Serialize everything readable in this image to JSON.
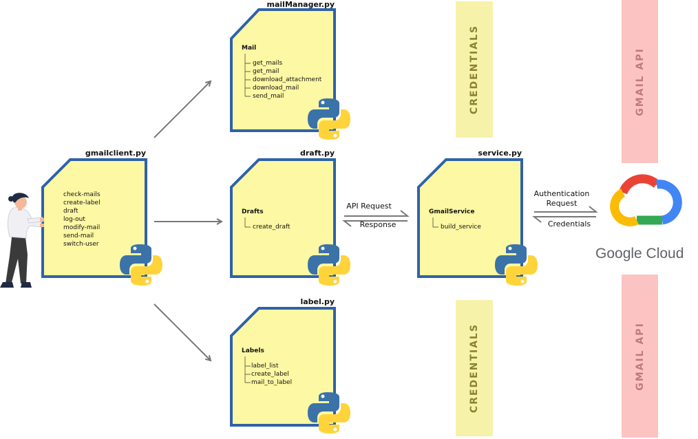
{
  "files": {
    "gmailclient": {
      "name": "gmailclient.py",
      "items": [
        "check-mails",
        "create-label",
        "draft",
        "log-out",
        "modify-mail",
        "send-mail",
        "switch-user"
      ]
    },
    "mailmanager": {
      "name": "mailManager.py",
      "heading": "Mail",
      "methods": [
        "get_mails",
        "get_mail",
        "download_attachment",
        "download_mail",
        "send_mail"
      ]
    },
    "draft": {
      "name": "draft.py",
      "heading": "Drafts",
      "methods": [
        "create_draft"
      ]
    },
    "label": {
      "name": "label.py",
      "heading": "Labels",
      "methods": [
        "label_list",
        "create_label",
        "mail_to_label"
      ]
    },
    "service": {
      "name": "service.py",
      "heading": "GmailService",
      "methods": [
        "build_service"
      ]
    }
  },
  "arrows": {
    "api_request": "API Request",
    "response": "Response",
    "auth_line1": "Authentication",
    "auth_line2": "Request",
    "credentials": "Credentials"
  },
  "strips": {
    "credentials_label": "CREDENTIALS",
    "gmail_api_label": "GMAIL API"
  },
  "google_cloud": "Google Cloud",
  "colors": {
    "file_fill": "#fcf8a3",
    "file_border": "#2f62a8",
    "arrow": "#777777",
    "credentials_strip": "#f7f2aa",
    "gmail_api_strip": "#fbc4c2"
  }
}
